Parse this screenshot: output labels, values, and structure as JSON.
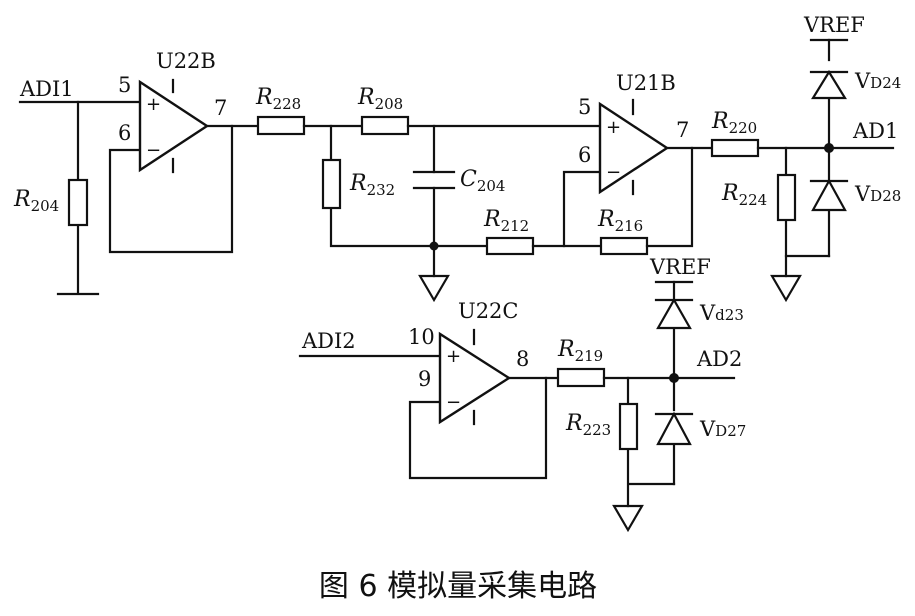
{
  "caption": "图 6  模拟量采集电路",
  "opamps": {
    "u22b": {
      "name": "U22B",
      "pin_plus": "5",
      "pin_minus": "6",
      "pin_out": "7"
    },
    "u21b": {
      "name": "U21B",
      "pin_plus": "5",
      "pin_minus": "6",
      "pin_out": "7"
    },
    "u22c": {
      "name": "U22C",
      "pin_plus": "10",
      "pin_minus": "9",
      "pin_out": "8"
    },
    "plus_sign": "+",
    "minus_sign": "−"
  },
  "nets": {
    "adi1": "ADI1",
    "adi2": "ADI2",
    "ad1": "AD1",
    "ad2": "AD2",
    "vref_top": "VREF",
    "vref_bottom": "VREF"
  },
  "resistors": {
    "r204": {
      "letter": "R",
      "sub": "204"
    },
    "r228": {
      "letter": "R",
      "sub": "228"
    },
    "r208": {
      "letter": "R",
      "sub": "208"
    },
    "r232": {
      "letter": "R",
      "sub": "232"
    },
    "r212": {
      "letter": "R",
      "sub": "212"
    },
    "r216": {
      "letter": "R",
      "sub": "216"
    },
    "r220": {
      "letter": "R",
      "sub": "220"
    },
    "r224": {
      "letter": "R",
      "sub": "224"
    },
    "r219": {
      "letter": "R",
      "sub": "219"
    },
    "r223": {
      "letter": "R",
      "sub": "223"
    }
  },
  "capacitors": {
    "c204": {
      "letter": "C",
      "sub": "204"
    }
  },
  "diodes": {
    "vd24": {
      "letter": "V",
      "sub": "D24"
    },
    "vd28": {
      "letter": "V",
      "sub": "D28"
    },
    "vd23": {
      "letter": "V",
      "sub": "d23"
    },
    "vd27": {
      "letter": "V",
      "sub": "D27"
    }
  }
}
